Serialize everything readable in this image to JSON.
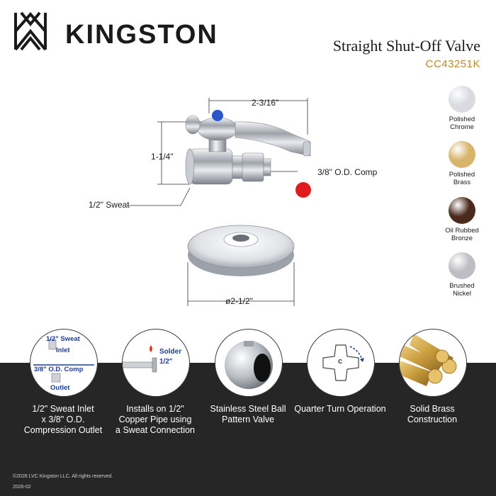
{
  "header": {
    "brand": "KINGSTON",
    "product_title": "Straight Shut-Off Valve",
    "product_code": "CC43251K"
  },
  "dimensions": {
    "width_top": "2-3/16\"",
    "height_left": "1-1/4\"",
    "outlet": "3/8\" O.D. Comp",
    "inlet": "1/2\" Sweat",
    "flange_dia": "ø2-1/2\""
  },
  "finishes": [
    {
      "label_line1": "Polished",
      "label_line2": "Chrome",
      "color": "#d9dbe0"
    },
    {
      "label_line1": "Polished",
      "label_line2": "Brass",
      "color": "#d8b56b"
    },
    {
      "label_line1": "Oil Rubbed",
      "label_line2": "Bronze",
      "color": "#4a2a1c"
    },
    {
      "label_line1": "Brushed",
      "label_line2": "Nickel",
      "color": "#bdbdc4"
    }
  ],
  "features": [
    {
      "icon": "inlet-outlet-diagram-icon",
      "line1": "1/2\" Sweat Inlet",
      "line2": "x 3/8\" O.D.",
      "line3": "Compression Outlet",
      "inner": {
        "a": "1/2\" Sweat",
        "b": "Inlet",
        "c": "3/8\" O.D. Comp",
        "d": "Outlet"
      }
    },
    {
      "icon": "solder-pipe-icon",
      "line1": "Installs on 1/2\"",
      "line2": "Copper Pipe using",
      "line3": "a Sweat Connection",
      "inner": {
        "a": "Solder",
        "b": "1/2\""
      }
    },
    {
      "icon": "steel-ball-icon",
      "line1": "Stainless Steel Ball",
      "line2": "Pattern Valve",
      "line3": ""
    },
    {
      "icon": "quarter-turn-icon",
      "line1": "Quarter Turn Operation",
      "line2": "",
      "line3": "",
      "inner": {
        "a": "c"
      }
    },
    {
      "icon": "brass-bars-icon",
      "line1": "Solid Brass",
      "line2": "Construction",
      "line3": ""
    }
  ],
  "footer": {
    "copyright": "©2026 LVC Kingston LLC.  All rights reserved.",
    "date_code": "2026-02"
  }
}
